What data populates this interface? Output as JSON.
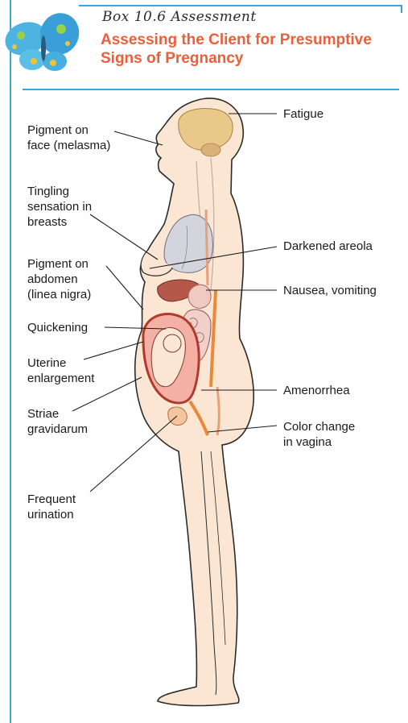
{
  "header": {
    "box_label": "Box 10.6 Assessment",
    "title": "Assessing the Client for Presumptive Signs of Pregnancy"
  },
  "icons": {
    "butterfly": "butterfly-icon"
  },
  "colors": {
    "accent_blue": "#3aa6d9",
    "title_orange": "#e8613c",
    "skin": "#fbe6d4",
    "outline": "#2b2b2b"
  },
  "labels": {
    "pigment_face": "Pigment on\nface (melasma)",
    "tingling": "Tingling\nsensation in\nbreasts",
    "pigment_abdomen": "Pigment on\nabdomen\n(linea nigra)",
    "quickening": "Quickening",
    "uterine": "Uterine\nenlargement",
    "striae": "Striae\ngravidarum",
    "frequent_urination": "Frequent\nurination",
    "fatigue": "Fatigue",
    "darkened_areola": "Darkened areola",
    "nausea": "Nausea, vomiting",
    "amenorrhea": "Amenorrhea",
    "color_change": "Color change\nin vagina"
  }
}
